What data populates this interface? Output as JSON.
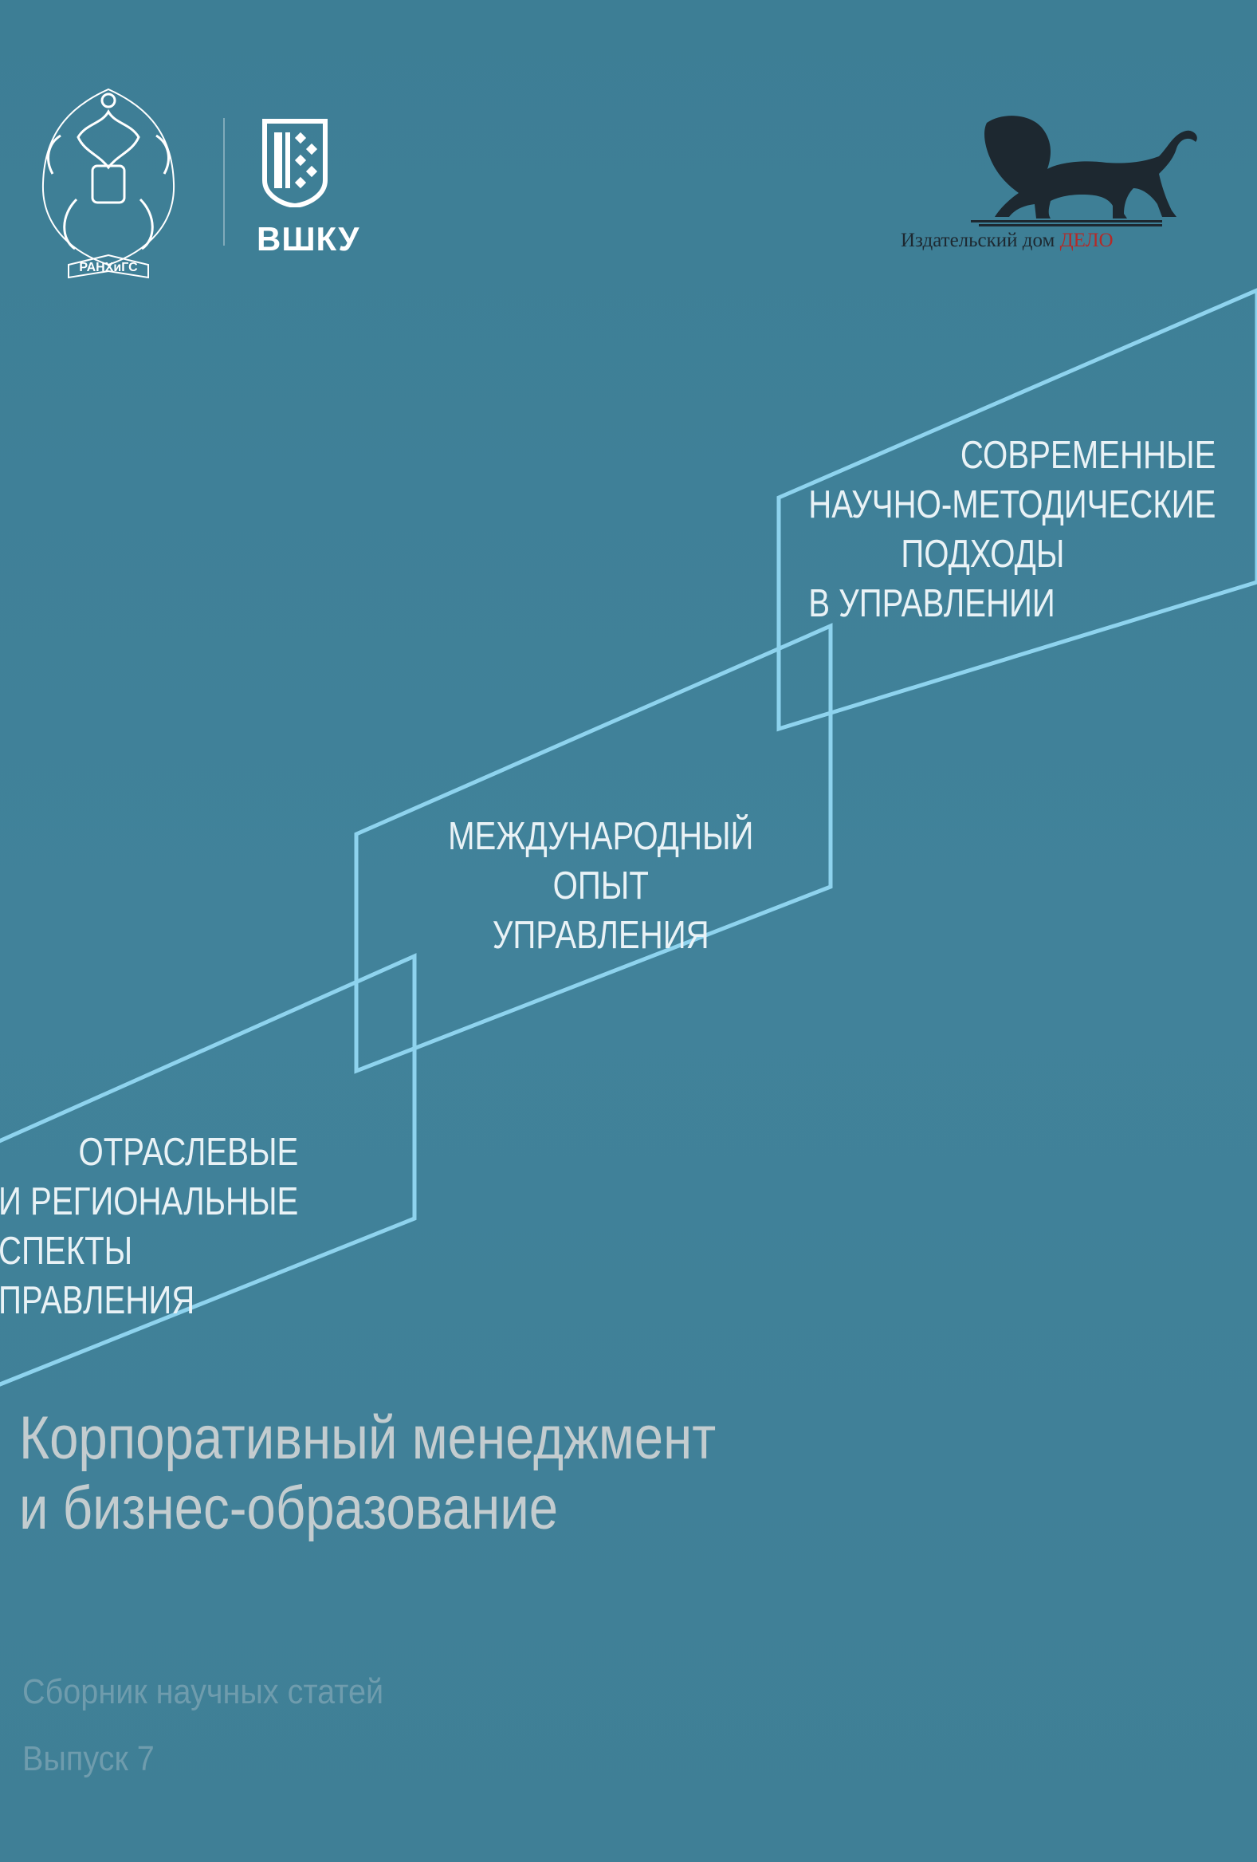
{
  "logos": {
    "ranepa": {
      "label": "РАНХиГС"
    },
    "vshku": {
      "label": "ВШКУ"
    }
  },
  "publisher": {
    "prefix": "Издательский дом ",
    "accent": "ДЕЛО"
  },
  "topics": [
    {
      "lines": [
        "Современные",
        "научно-методические",
        "подходы",
        "в управлении"
      ]
    },
    {
      "lines": [
        "Международный",
        "опыт",
        "управления"
      ]
    },
    {
      "lines": [
        "Отраслевые",
        "и региональные",
        "спекты",
        "правления"
      ]
    }
  ],
  "title": {
    "line1": "Корпоративный менеджмент",
    "line2": "и бизнес-образование"
  },
  "subtitle": {
    "line1": "Сборник научных статей",
    "line2": "Выпуск 7"
  },
  "colors": {
    "background": "#3f7f95",
    "frame_lines": "#8ed3ee",
    "publisher_accent": "#b42a28"
  }
}
